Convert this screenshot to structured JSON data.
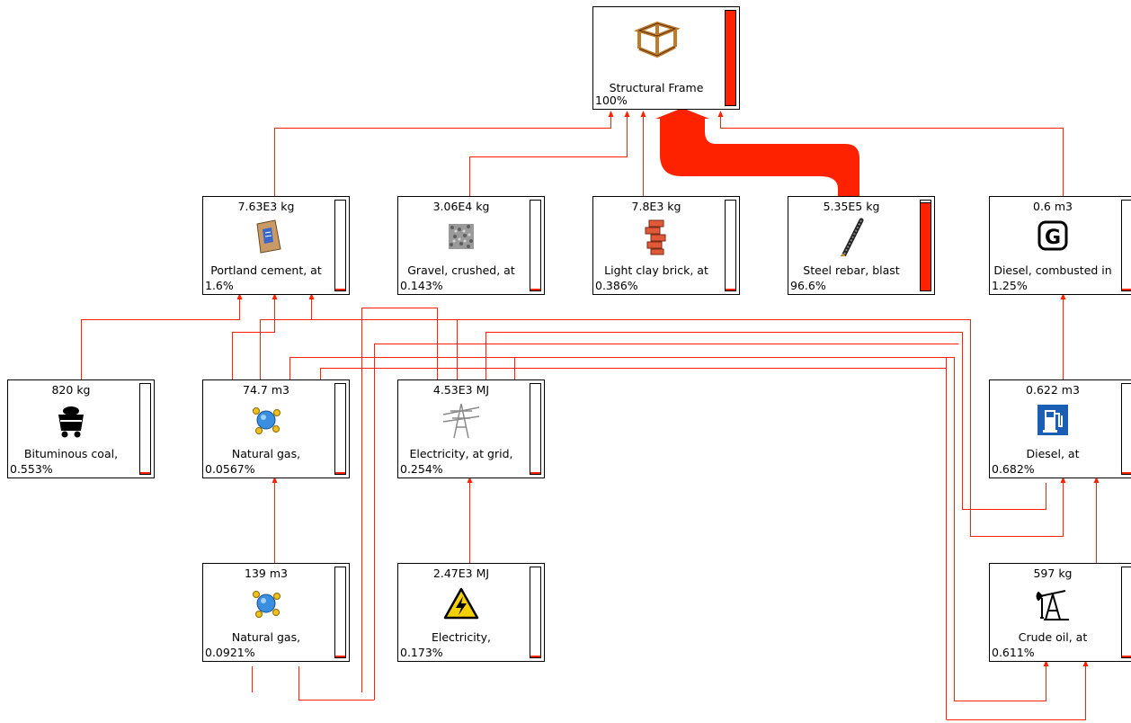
{
  "colors": {
    "flow": "#ff2200",
    "bar_fill": "#ff2200",
    "border": "#000000"
  },
  "nodes": {
    "frame": {
      "qty": "",
      "name": "Structural Frame",
      "pct": "100%",
      "share": 1.0,
      "icon": "frame-icon"
    },
    "cement": {
      "qty": "7.63E3 kg",
      "name": "Portland cement, at",
      "pct": "1.6%",
      "share": 0.016,
      "icon": "cement-bag-icon"
    },
    "gravel": {
      "qty": "3.06E4 kg",
      "name": "Gravel, crushed, at",
      "pct": "0.143%",
      "share": 0.00143,
      "icon": "gravel-icon"
    },
    "brick": {
      "qty": "7.8E3 kg",
      "name": "Light clay brick, at",
      "pct": "0.386%",
      "share": 0.00386,
      "icon": "brick-icon"
    },
    "rebar": {
      "qty": "5.35E5 kg",
      "name": "Steel rebar, blast",
      "pct": "96.6%",
      "share": 0.966,
      "icon": "rebar-icon"
    },
    "diesel_c": {
      "qty": "0.6 m3",
      "name": "Diesel, combusted in",
      "pct": "1.25%",
      "share": 0.0125,
      "icon": "generator-icon"
    },
    "coal": {
      "qty": "820 kg",
      "name": "Bituminous coal,",
      "pct": "0.553%",
      "share": 0.00553,
      "icon": "coal-cart-icon"
    },
    "gas1": {
      "qty": "74.7 m3",
      "name": "Natural gas,",
      "pct": "0.0567%",
      "share": 0.000567,
      "icon": "natural-gas-icon"
    },
    "elec_grid": {
      "qty": "4.53E3 MJ",
      "name": "Electricity, at grid,",
      "pct": "0.254%",
      "share": 0.00254,
      "icon": "power-pylon-icon"
    },
    "diesel": {
      "qty": "0.622 m3",
      "name": "Diesel, at",
      "pct": "0.682%",
      "share": 0.00682,
      "icon": "fuel-pump-icon"
    },
    "gas2": {
      "qty": "139 m3",
      "name": "Natural gas,",
      "pct": "0.0921%",
      "share": 0.000921,
      "icon": "natural-gas-icon"
    },
    "elec": {
      "qty": "2.47E3 MJ",
      "name": "Electricity,",
      "pct": "0.173%",
      "share": 0.00173,
      "icon": "high-voltage-icon"
    },
    "crude": {
      "qty": "597 kg",
      "name": "Crude oil, at",
      "pct": "0.611%",
      "share": 0.00611,
      "icon": "oil-pump-icon"
    }
  }
}
